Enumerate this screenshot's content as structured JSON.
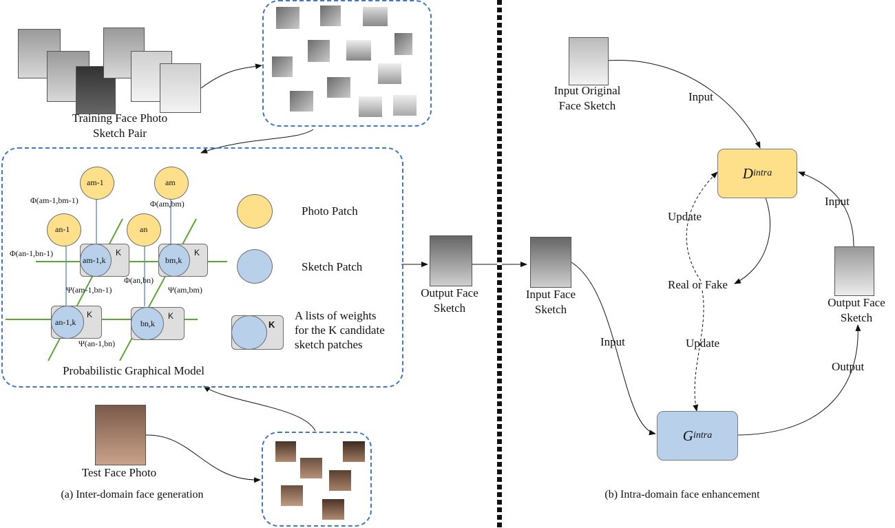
{
  "left_panel": {
    "training_label_line1": "Training Face Photo",
    "training_label_line2": "Sketch Pair",
    "pgm_title": "Probabilistic Graphical Model",
    "photo_patch_legend": "Photo Patch",
    "sketch_patch_legend": "Sketch Patch",
    "weights_line1": "A lists of weights",
    "weights_line2": "for the K candidate",
    "weights_line3": "sketch patches",
    "k_label": "K",
    "test_label": "Test Face Photo",
    "caption": "(a)  Inter-domain face generation",
    "output_label_line1": "Output Face",
    "output_label_line2": "Sketch",
    "nodes": {
      "a_m1": "am-1",
      "a_m": "am",
      "a_n1": "an-1",
      "a_n": "an",
      "a_m1k": "am-1,k",
      "b_mk": "bm,k",
      "a_n1k": "an-1,k",
      "b_nk": "bn,k"
    },
    "potentials": {
      "phi_m1": "Φ(am-1,bm-1)",
      "phi_m": "Φ(am,bm)",
      "phi_n1": "Φ(an-1,bn-1)",
      "phi_n": "Φ(an,bn)",
      "psi_1": "Ψ(am-1,bn-1)",
      "psi_2": "Ψ(am,bm)",
      "psi_3": "Ψ(an-1,bn)"
    }
  },
  "right_panel": {
    "input_original_line1": "Input Original",
    "input_original_line2": "Face Sketch",
    "input_sketch_line1": "Input Face",
    "input_sketch_line2": "Sketch",
    "output_sketch_line1": "Output Face",
    "output_sketch_line2": "Sketch",
    "d_block": "D",
    "d_sub": "intra",
    "g_block": "G",
    "g_sub": "intra",
    "edge_input_top": "Input",
    "edge_input_right": "Input",
    "edge_input_left": "Input",
    "edge_output": "Output",
    "update_top": "Update",
    "update_bottom": "Update",
    "real_or_fake": "Real or Fake",
    "caption": "(b)  Intra-domain face enhancement"
  },
  "colors": {
    "photo_patch": "#ffe08a",
    "sketch_patch": "#b8d0ea",
    "dashed_border": "#3f74cf",
    "edge_green": "#5aa832",
    "link_blue": "#4a78c4",
    "d_block": "#ffe08a",
    "g_block": "#b8d0ea"
  }
}
